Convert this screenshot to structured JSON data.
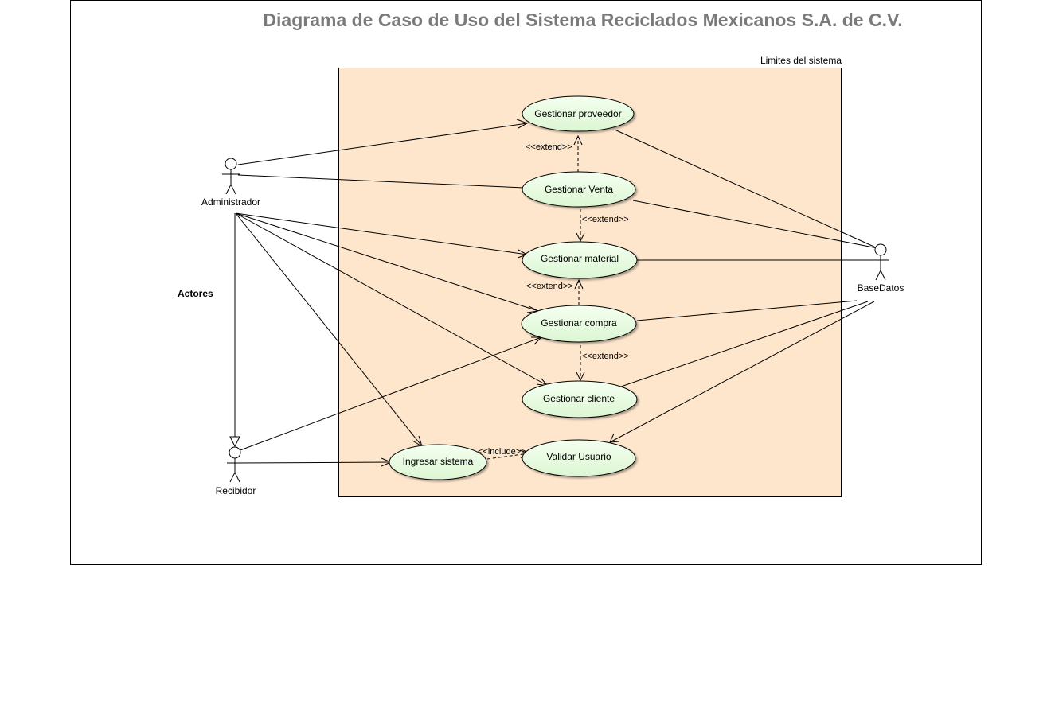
{
  "diagram": {
    "title": "Diagrama de Caso de Uso del Sistema Reciclados Mexicanos S.A. de C.V.",
    "boundary_label": "Limites del sistema",
    "actors_label": "Actores",
    "colors": {
      "boundary_fill": "#fee6cc",
      "usecase_fill": "#e8fbe2",
      "title_gray": "#7a7a7a",
      "line": "#000000"
    },
    "actors": {
      "administrador": "Administrador",
      "recibidor": "Recibidor",
      "basedatos": "BaseDatos"
    },
    "use_cases": {
      "gestionar_proveedor": "Gestionar proveedor",
      "gestionar_venta": "Gestionar Venta",
      "gestionar_material": "Gestionar material",
      "gestionar_compra": "Gestionar compra",
      "gestionar_cliente": "Gestionar cliente",
      "ingresar_sistema": "Ingresar sistema",
      "validar_usuario": "Validar Usuario"
    },
    "stereotypes": {
      "extend_1": "<<extend>>",
      "extend_2": "<<extend>>",
      "extend_3": "<<extend>>",
      "extend_4": "<<extend>>",
      "include_1": "<<include>>"
    }
  }
}
